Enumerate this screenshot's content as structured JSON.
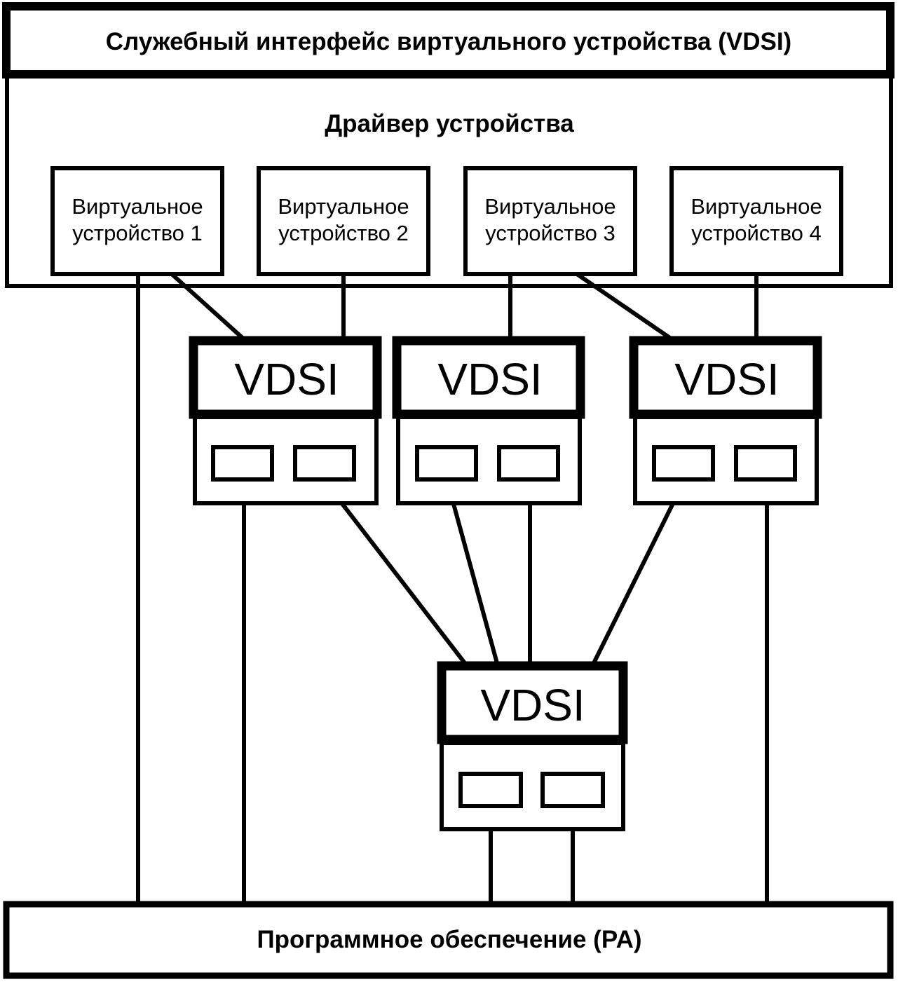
{
  "top_bar": {
    "label": "Служебный интерфейс виртуального устройства (VDSI)"
  },
  "driver": {
    "title": "Драйвер устройства",
    "virtual_devices": [
      {
        "line1": "Виртуальное",
        "line2": "устройство 1"
      },
      {
        "line1": "Виртуальное",
        "line2": "устройство 2"
      },
      {
        "line1": "Виртуальное",
        "line2": "устройство 3"
      },
      {
        "line1": "Виртуальное",
        "line2": "устройство 4"
      }
    ]
  },
  "vdsi_blocks": [
    {
      "label": "VDSI"
    },
    {
      "label": "VDSI"
    },
    {
      "label": "VDSI"
    },
    {
      "label": "VDSI"
    }
  ],
  "bottom_bar": {
    "label": "Программное обеспечение (PA)"
  },
  "colors": {
    "line": "#000000",
    "background": "#ffffff"
  }
}
